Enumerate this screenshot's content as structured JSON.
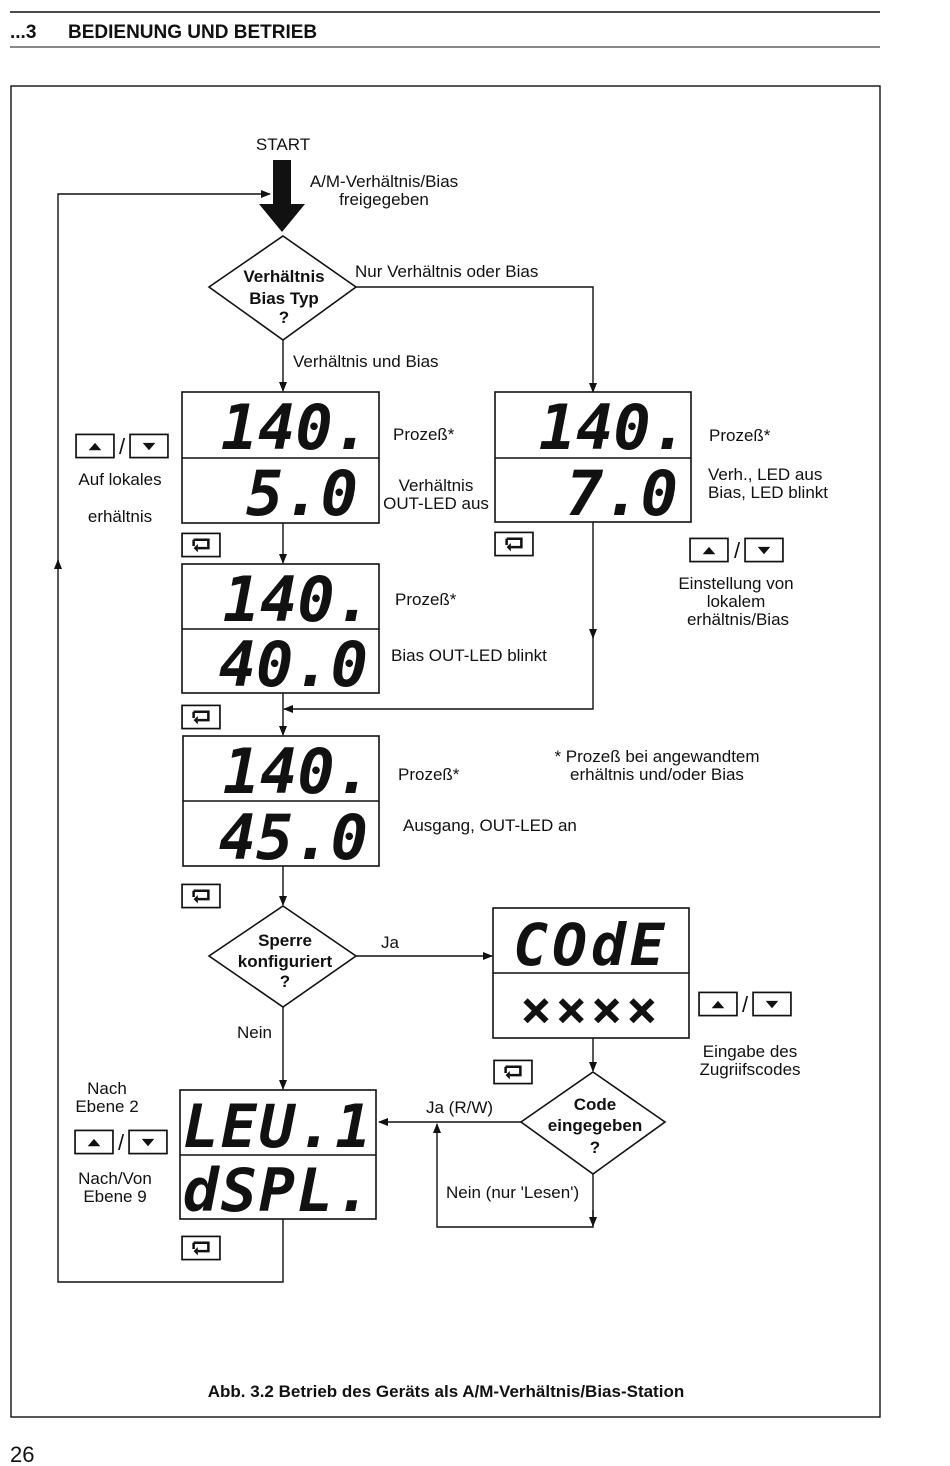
{
  "header": {
    "section": "...3",
    "title": "BEDIENUNG UND BETRIEB"
  },
  "page_number": "26",
  "caption": "Abb. 3.2 Betrieb des Geräts als A/M-Verhältnis/Bias-Station",
  "footnote": {
    "line1": "* Prozeß bei angewandtem",
    "line2": "erhältnis und/oder Bias"
  },
  "start": {
    "label": "START",
    "note_line1": "A/M-Verhältnis/Bias",
    "note_line2": "freigegeben"
  },
  "decisions": {
    "ratio_type": {
      "line1": "Verhältnis",
      "line2": "Bias Typ",
      "line3": "?",
      "branch_right": "Nur Verhältnis oder Bias",
      "branch_down": "Verhältnis und Bias"
    },
    "lock": {
      "line1": "Sperre",
      "line2": "konfiguriert",
      "line3": "?",
      "yes": "Ja",
      "no": "Nein"
    },
    "code": {
      "line1": "Code",
      "line2": "eingegeben",
      "line3": "?",
      "yes": "Ja (R/W)",
      "no": "Nein (nur 'Lesen')"
    }
  },
  "displays": {
    "d1": {
      "top": "140.",
      "bottom": "5.0",
      "label_top": "Prozeß*",
      "label_b1": "Verhältnis",
      "label_b2": "OUT-LED aus"
    },
    "d2": {
      "top": "140.",
      "bottom": "7.0",
      "label_top": "Prozeß*",
      "label_b1": "Verh., LED aus",
      "label_b2": "Bias, LED blinkt"
    },
    "d3": {
      "top": "140.",
      "bottom": "40.0",
      "label_top": "Prozeß*",
      "label_b1": "Bias OUT-LED blinkt"
    },
    "d4": {
      "top": "140.",
      "bottom": "45.0",
      "label_top": "Prozeß*",
      "label_b1": "Ausgang, OUT-LED an"
    },
    "code": {
      "top": "COdE",
      "bottom": "××××"
    },
    "level": {
      "top": "LEU.1",
      "bottom": "dSPL."
    }
  },
  "notes": {
    "local_ratio": {
      "line1": "Auf lokales",
      "line2": "erhältnis"
    },
    "set_local": {
      "line1": "Einstellung von",
      "line2": "lokalem",
      "line3": "erhältnis/Bias"
    },
    "enter_code": {
      "line1": "Eingabe des",
      "line2": "Zugriifscodes"
    },
    "to_level2": {
      "line1": "Nach",
      "line2": "Ebene 2"
    },
    "to_level9": {
      "line1": "Nach/Von",
      "line2": "Ebene 9"
    },
    "separator": "/"
  }
}
